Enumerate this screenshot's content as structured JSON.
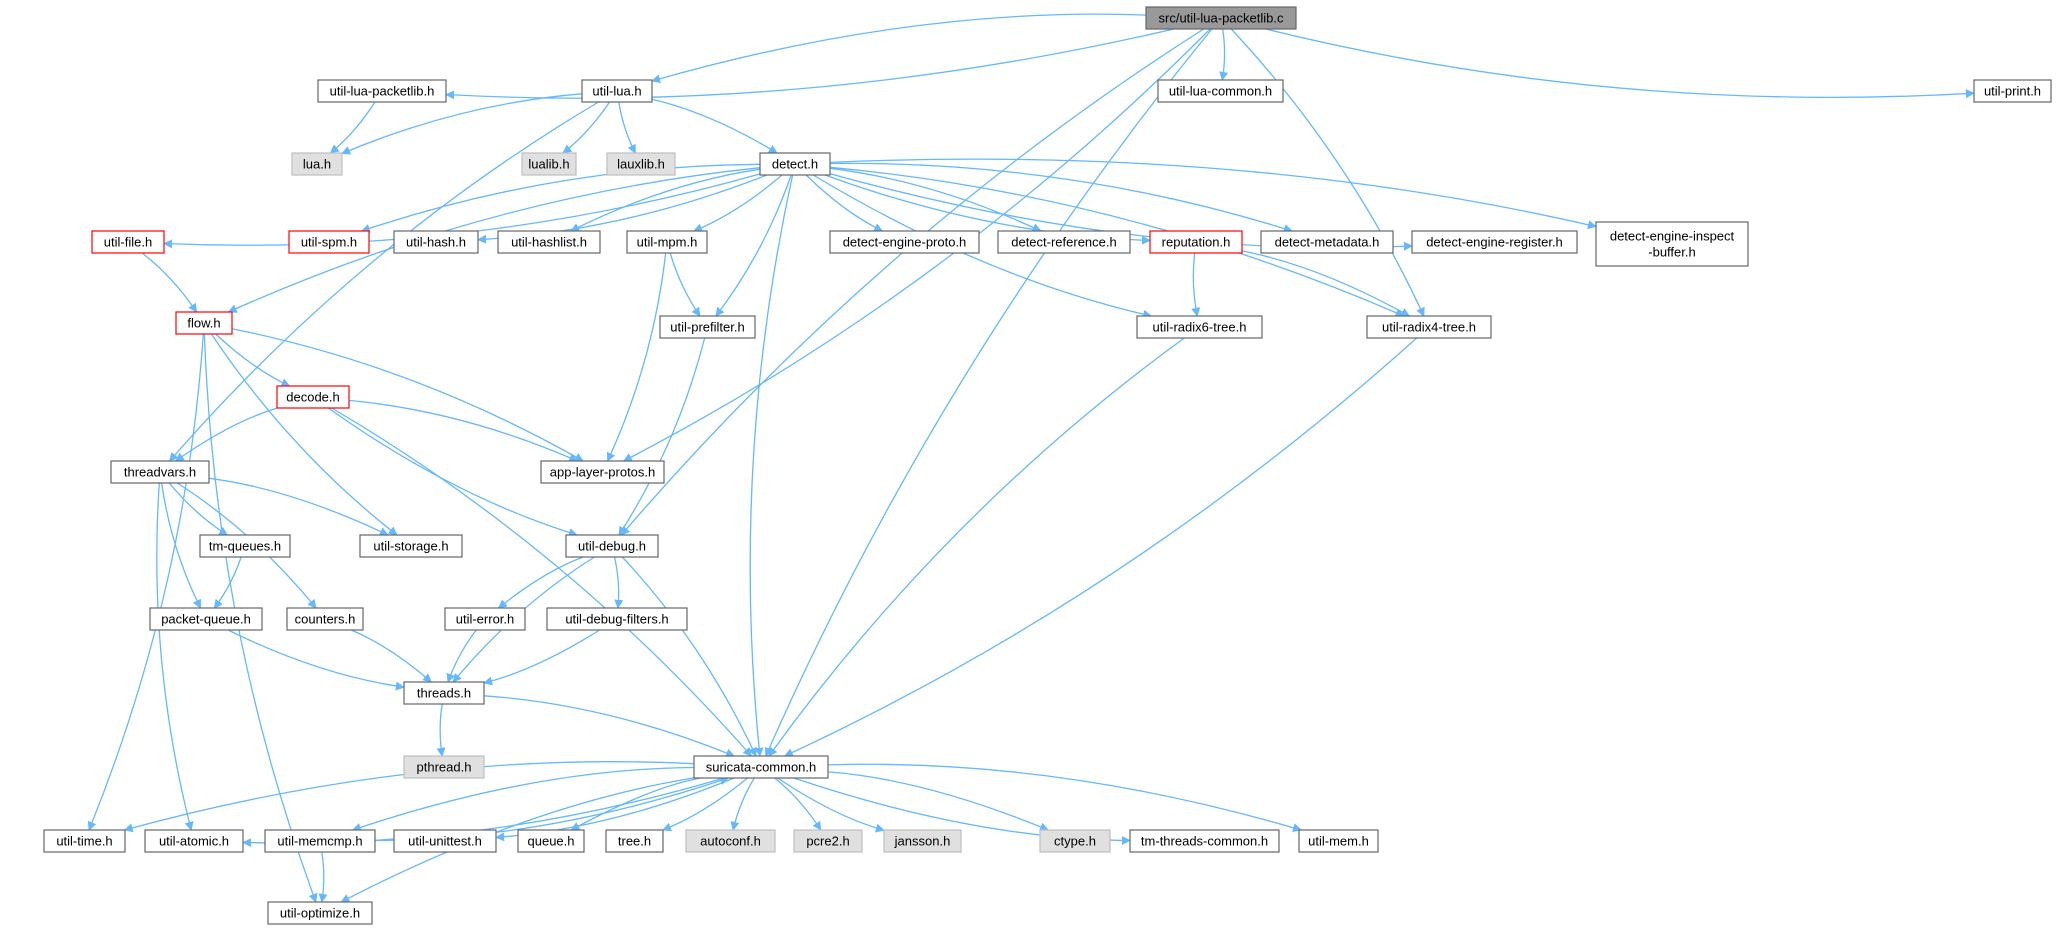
{
  "colors": {
    "edge": "#63b8ff",
    "node_border": "#666666",
    "node_fill": "#ffffff",
    "root_fill": "#999999",
    "missing_fill": "#e0e0e0",
    "missing_border": "#bfbfbf",
    "truncated_border": "#ff0000",
    "text": "#000000"
  },
  "nodes": [
    {
      "id": "root",
      "label": "src/util-lua-packetlib.c",
      "kind": "root"
    },
    {
      "id": "lpl",
      "label": "util-lua-packetlib.h",
      "kind": "normal"
    },
    {
      "id": "lua",
      "label": "util-lua.h",
      "kind": "normal"
    },
    {
      "id": "luacommon",
      "label": "util-lua-common.h",
      "kind": "normal"
    },
    {
      "id": "print",
      "label": "util-print.h",
      "kind": "normal"
    },
    {
      "id": "luah",
      "label": "lua.h",
      "kind": "missing"
    },
    {
      "id": "lualib",
      "label": "lualib.h",
      "kind": "missing"
    },
    {
      "id": "lauxlib",
      "label": "lauxlib.h",
      "kind": "missing"
    },
    {
      "id": "detect",
      "label": "detect.h",
      "kind": "normal"
    },
    {
      "id": "file",
      "label": "util-file.h",
      "kind": "truncated"
    },
    {
      "id": "spm",
      "label": "util-spm.h",
      "kind": "truncated"
    },
    {
      "id": "hash",
      "label": "util-hash.h",
      "kind": "normal"
    },
    {
      "id": "hashlist",
      "label": "util-hashlist.h",
      "kind": "normal"
    },
    {
      "id": "mpm",
      "label": "util-mpm.h",
      "kind": "normal"
    },
    {
      "id": "proto",
      "label": "detect-engine-proto.h",
      "kind": "normal"
    },
    {
      "id": "reference",
      "label": "detect-reference.h",
      "kind": "normal"
    },
    {
      "id": "reputation",
      "label": "reputation.h",
      "kind": "truncated"
    },
    {
      "id": "metadata",
      "label": "detect-metadata.h",
      "kind": "normal"
    },
    {
      "id": "register",
      "label": "detect-engine-register.h",
      "kind": "normal"
    },
    {
      "id": "inspect",
      "label": "detect-engine-inspect\n-buffer.h",
      "kind": "normal"
    },
    {
      "id": "flow",
      "label": "flow.h",
      "kind": "truncated"
    },
    {
      "id": "prefilter",
      "label": "util-prefilter.h",
      "kind": "normal"
    },
    {
      "id": "radix6",
      "label": "util-radix6-tree.h",
      "kind": "normal"
    },
    {
      "id": "radix4",
      "label": "util-radix4-tree.h",
      "kind": "normal"
    },
    {
      "id": "decode",
      "label": "decode.h",
      "kind": "truncated"
    },
    {
      "id": "threadvars",
      "label": "threadvars.h",
      "kind": "normal"
    },
    {
      "id": "applayer",
      "label": "app-layer-protos.h",
      "kind": "normal"
    },
    {
      "id": "tmqueues",
      "label": "tm-queues.h",
      "kind": "normal"
    },
    {
      "id": "storage",
      "label": "util-storage.h",
      "kind": "normal"
    },
    {
      "id": "debug",
      "label": "util-debug.h",
      "kind": "normal"
    },
    {
      "id": "packetqueue",
      "label": "packet-queue.h",
      "kind": "normal"
    },
    {
      "id": "counters",
      "label": "counters.h",
      "kind": "normal"
    },
    {
      "id": "error",
      "label": "util-error.h",
      "kind": "normal"
    },
    {
      "id": "debugfilters",
      "label": "util-debug-filters.h",
      "kind": "normal"
    },
    {
      "id": "threads",
      "label": "threads.h",
      "kind": "normal"
    },
    {
      "id": "pthread",
      "label": "pthread.h",
      "kind": "missing"
    },
    {
      "id": "common",
      "label": "suricata-common.h",
      "kind": "normal"
    },
    {
      "id": "time",
      "label": "util-time.h",
      "kind": "normal"
    },
    {
      "id": "atomic",
      "label": "util-atomic.h",
      "kind": "normal"
    },
    {
      "id": "memcmp",
      "label": "util-memcmp.h",
      "kind": "normal"
    },
    {
      "id": "unittest",
      "label": "util-unittest.h",
      "kind": "normal"
    },
    {
      "id": "queue",
      "label": "queue.h",
      "kind": "normal"
    },
    {
      "id": "tree",
      "label": "tree.h",
      "kind": "normal"
    },
    {
      "id": "autoconf",
      "label": "autoconf.h",
      "kind": "missing"
    },
    {
      "id": "pcre2",
      "label": "pcre2.h",
      "kind": "missing"
    },
    {
      "id": "jansson",
      "label": "jansson.h",
      "kind": "missing"
    },
    {
      "id": "ctype",
      "label": "ctype.h",
      "kind": "missing"
    },
    {
      "id": "tmthreads",
      "label": "tm-threads-common.h",
      "kind": "normal"
    },
    {
      "id": "mem",
      "label": "util-mem.h",
      "kind": "normal"
    },
    {
      "id": "optimize",
      "label": "util-optimize.h",
      "kind": "normal"
    }
  ],
  "edges": [
    [
      "root",
      "lpl"
    ],
    [
      "root",
      "lua"
    ],
    [
      "root",
      "luacommon"
    ],
    [
      "root",
      "print"
    ],
    [
      "root",
      "applayer"
    ],
    [
      "root",
      "debug"
    ],
    [
      "root",
      "radix4"
    ],
    [
      "root",
      "common"
    ],
    [
      "lpl",
      "luah"
    ],
    [
      "lua",
      "luah"
    ],
    [
      "lua",
      "lualib"
    ],
    [
      "lua",
      "lauxlib"
    ],
    [
      "lua",
      "detect"
    ],
    [
      "lua",
      "threadvars"
    ],
    [
      "detect",
      "file"
    ],
    [
      "detect",
      "spm"
    ],
    [
      "detect",
      "hash"
    ],
    [
      "detect",
      "hashlist"
    ],
    [
      "detect",
      "mpm"
    ],
    [
      "detect",
      "proto"
    ],
    [
      "detect",
      "reference"
    ],
    [
      "detect",
      "reputation"
    ],
    [
      "detect",
      "metadata"
    ],
    [
      "detect",
      "register"
    ],
    [
      "detect",
      "inspect"
    ],
    [
      "detect",
      "flow"
    ],
    [
      "detect",
      "prefilter"
    ],
    [
      "detect",
      "radix6"
    ],
    [
      "detect",
      "radix4"
    ],
    [
      "detect",
      "common"
    ],
    [
      "file",
      "flow"
    ],
    [
      "mpm",
      "prefilter"
    ],
    [
      "mpm",
      "applayer"
    ],
    [
      "reputation",
      "radix6"
    ],
    [
      "reputation",
      "radix4"
    ],
    [
      "flow",
      "decode"
    ],
    [
      "flow",
      "applayer"
    ],
    [
      "flow",
      "storage"
    ],
    [
      "flow",
      "time"
    ],
    [
      "flow",
      "optimize"
    ],
    [
      "prefilter",
      "debug"
    ],
    [
      "radix6",
      "common"
    ],
    [
      "radix4",
      "common"
    ],
    [
      "decode",
      "threadvars"
    ],
    [
      "decode",
      "applayer"
    ],
    [
      "decode",
      "debug"
    ],
    [
      "decode",
      "common"
    ],
    [
      "threadvars",
      "tmqueues"
    ],
    [
      "threadvars",
      "storage"
    ],
    [
      "threadvars",
      "packetqueue"
    ],
    [
      "threadvars",
      "counters"
    ],
    [
      "threadvars",
      "atomic"
    ],
    [
      "tmqueues",
      "packetqueue"
    ],
    [
      "debug",
      "error"
    ],
    [
      "debug",
      "debugfilters"
    ],
    [
      "debug",
      "threads"
    ],
    [
      "debug",
      "common"
    ],
    [
      "packetqueue",
      "threads"
    ],
    [
      "counters",
      "threads"
    ],
    [
      "error",
      "threads"
    ],
    [
      "debugfilters",
      "threads"
    ],
    [
      "threads",
      "pthread"
    ],
    [
      "threads",
      "common"
    ],
    [
      "common",
      "time"
    ],
    [
      "common",
      "atomic"
    ],
    [
      "common",
      "memcmp"
    ],
    [
      "common",
      "unittest"
    ],
    [
      "common",
      "queue"
    ],
    [
      "common",
      "tree"
    ],
    [
      "common",
      "autoconf"
    ],
    [
      "common",
      "pcre2"
    ],
    [
      "common",
      "jansson"
    ],
    [
      "common",
      "ctype"
    ],
    [
      "common",
      "tmthreads"
    ],
    [
      "common",
      "mem"
    ],
    [
      "common",
      "optimize"
    ],
    [
      "memcmp",
      "optimize"
    ],
    [
      "memcmp",
      "common"
    ]
  ]
}
